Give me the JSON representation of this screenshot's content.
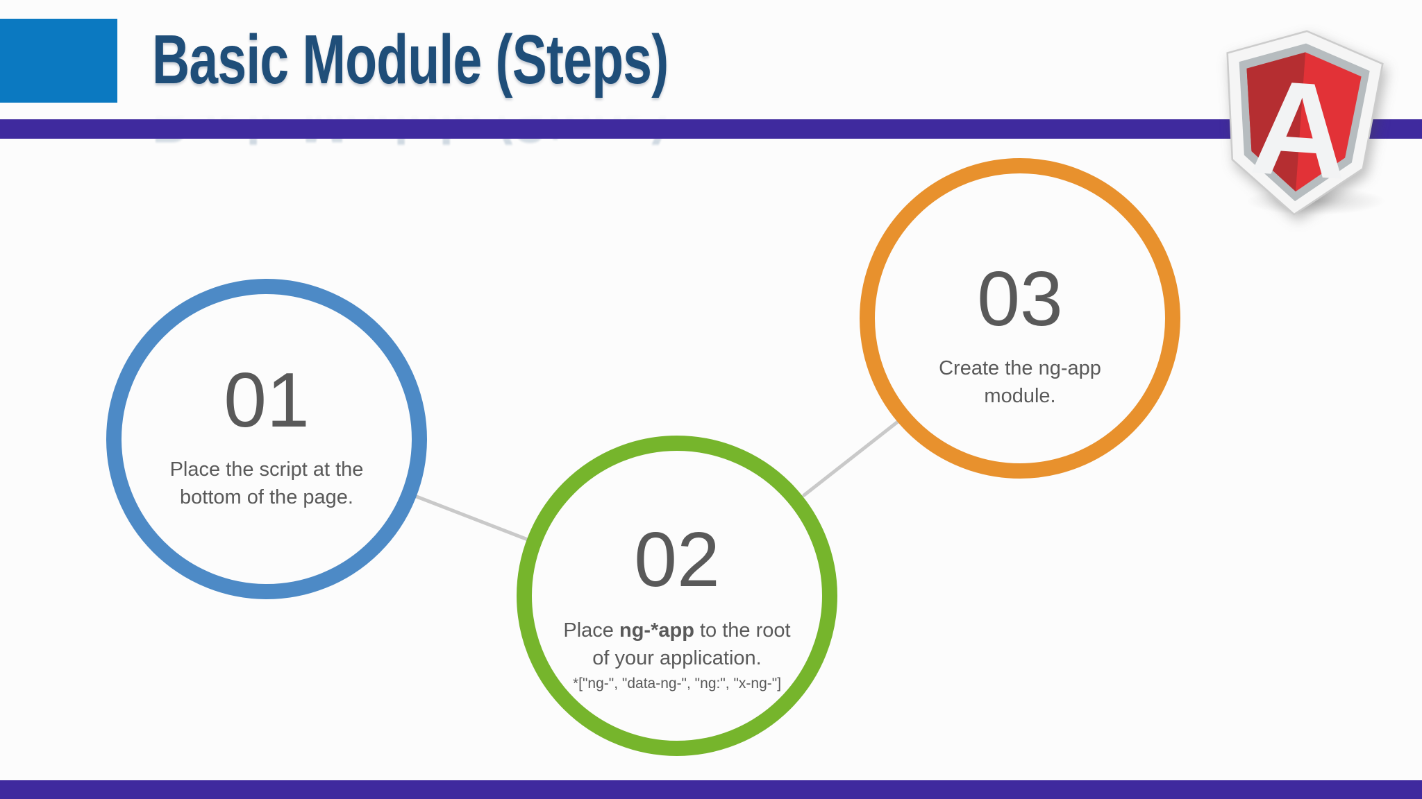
{
  "slide": {
    "title": "Basic Module (Steps)",
    "background": "#fcfcfc"
  },
  "colors": {
    "title_text": "#1f4e79",
    "accent_square": "#0b79c1",
    "divider_bar": "#3f2a9e",
    "connector": "#c9c9c9",
    "step_text": "#595959"
  },
  "logo": {
    "name": "AngularJS shield",
    "letter": "A",
    "outer": "#f5f5f5",
    "outer_edge": "#cccccc",
    "silver": "#b6bcbf",
    "red_light": "#e23237",
    "red_dark": "#b52e31",
    "letter_fill": "#f2f3f4"
  },
  "steps": [
    {
      "number": "01",
      "ring_color": "#4d8ac6",
      "description": "Place the script at the bottom of the page."
    },
    {
      "number": "02",
      "ring_color": "#76b52c",
      "description_prefix": "Place ",
      "description_bold": "ng-*app",
      "description_suffix": " to the root of your application.",
      "note": "*[\"ng-\", \"data-ng-\", \"ng:\", \"x-ng-\"]"
    },
    {
      "number": "03",
      "ring_color": "#e8912d",
      "description": "Create the ng-app module."
    }
  ]
}
